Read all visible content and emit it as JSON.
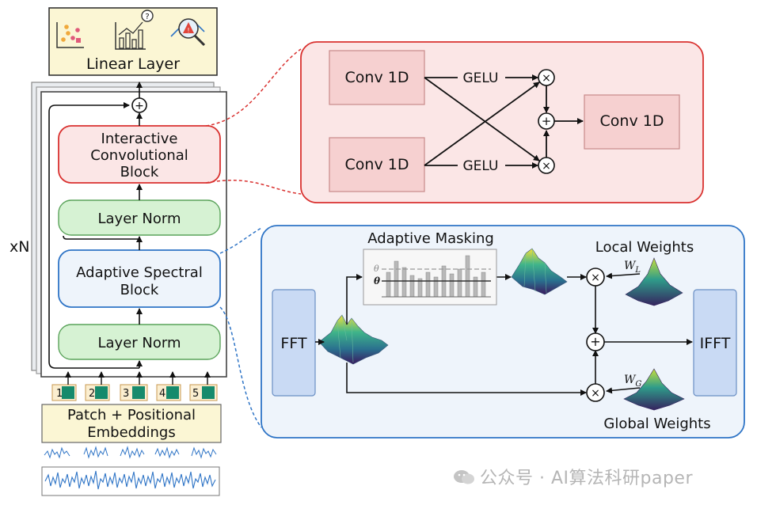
{
  "left_stack": {
    "linear_layer": "Linear Layer",
    "icb": [
      "Interactive",
      "Convolutional",
      "Block"
    ],
    "layer_norm_top": "Layer Norm",
    "asb": [
      "Adaptive Spectral",
      "Block"
    ],
    "layer_norm_bottom": "Layer Norm",
    "repeat_label": "xN",
    "patch_numbers": [
      "1",
      "2",
      "3",
      "4",
      "5"
    ],
    "embeddings": [
      "Patch + Positional",
      "Embeddings"
    ]
  },
  "icb_detail": {
    "conv_top": "Conv 1D",
    "conv_bottom": "Conv 1D",
    "conv_out": "Conv 1D",
    "gelu_top": "GELU",
    "gelu_bottom": "GELU",
    "mult_symbol": "×",
    "add_symbol": "+"
  },
  "asb_detail": {
    "fft": "FFT",
    "ifft": "IFFT",
    "adaptive_masking": "Adaptive Masking",
    "theta": "θ",
    "local_weights": "Local Weights",
    "global_weights": "Global Weights",
    "w_l": "W",
    "w_l_sub": "L",
    "w_g": "W",
    "w_g_sub": "G",
    "mult_symbol": "×",
    "add_symbol": "+"
  },
  "watermark": "公众号 · AI算法科研paper",
  "colors": {
    "red_border": "#d9312f",
    "red_fill": "#fbe6e6",
    "blue_border": "#2e74c6",
    "blue_fill": "#eef4fb",
    "green_fill": "#d6f2d3",
    "yellow_fill": "#fbf6d4",
    "patch_green": "#168a6c"
  }
}
